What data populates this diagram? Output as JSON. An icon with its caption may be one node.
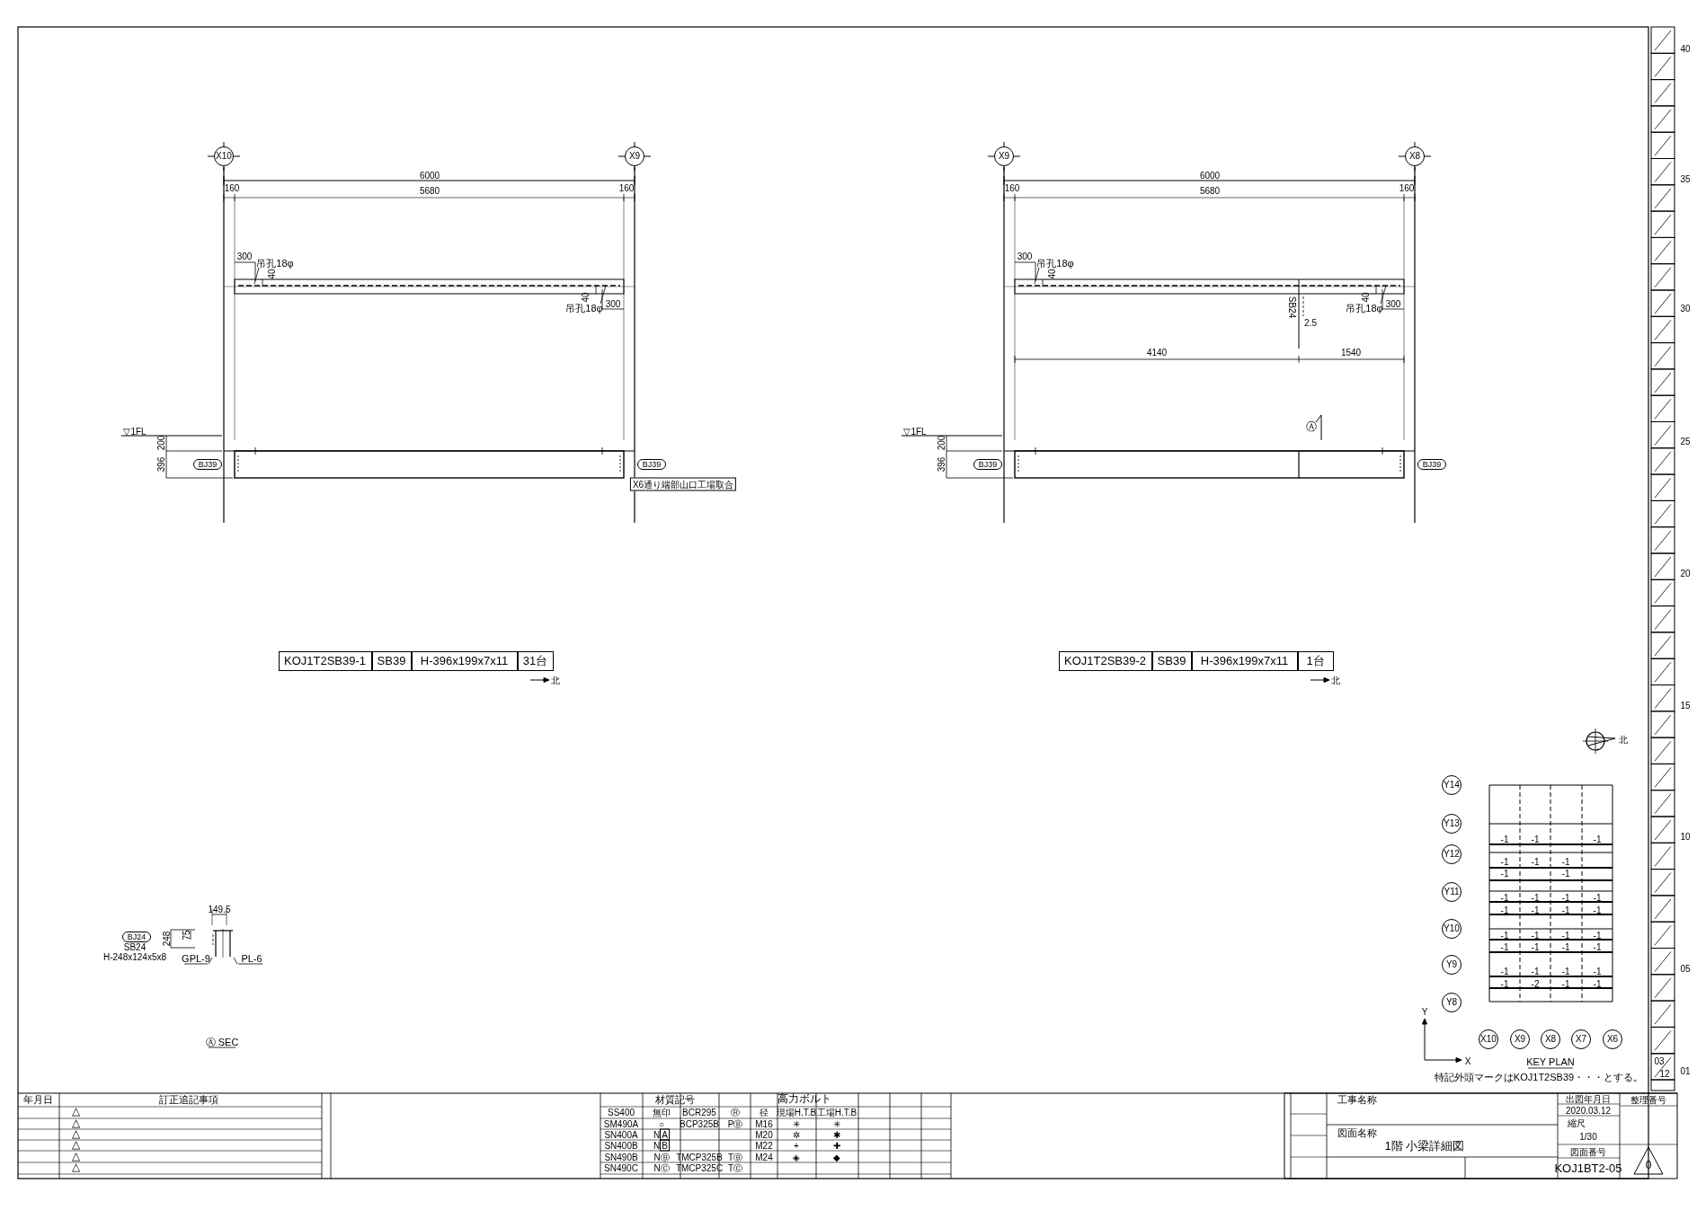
{
  "diagram": {
    "nodes": [
      {
        "text": [
          "X10"
        ]
      },
      {
        "text": [
          "X9"
        ]
      },
      {
        "text": [
          "X9"
        ]
      },
      {
        "text": [
          "X8"
        ]
      },
      {
        "text": [
          "BJ39"
        ]
      },
      {
        "text": [
          "BJ39"
        ]
      },
      {
        "text": [
          "BJ39"
        ]
      },
      {
        "text": [
          "BJ39"
        ]
      },
      {
        "text": [
          "吊孔18φ"
        ]
      },
      {
        "text": [
          "吊孔18φ"
        ]
      },
      {
        "text": [
          "吊孔18φ"
        ]
      },
      {
        "text": [
          "吊孔18φ"
        ]
      },
      {
        "text": [
          "BJ24"
        ],
        "beside": [
          "SB24",
          "H-248x124x5x8"
        ]
      },
      {
        "text": [
          "GPL-9"
        ]
      },
      {
        "text": [
          "PL-6"
        ]
      },
      {
        "text": [
          "Y14"
        ]
      },
      {
        "text": [
          "Y13"
        ]
      },
      {
        "text": [
          "Y12"
        ]
      },
      {
        "text": [
          "Y11"
        ]
      },
      {
        "text": [
          "Y10"
        ]
      },
      {
        "text": [
          "Y9"
        ]
      },
      {
        "text": [
          "Y8"
        ]
      },
      {
        "text": [
          "X10"
        ]
      },
      {
        "text": [
          "X9"
        ]
      },
      {
        "text": [
          "X8"
        ]
      },
      {
        "text": [
          "X7"
        ]
      },
      {
        "text": [
          "X6"
        ]
      },
      {
        "text": [
          "0"
        ]
      },
      {
        "text": [],
        "shape": "picture"
      }
    ],
    "edges": [
      {
        "from": 8,
        "to": null,
        "arrow": "none"
      },
      {
        "from": 9,
        "to": null,
        "arrow": "none"
      },
      {
        "from": 10,
        "to": null,
        "arrow": "none"
      },
      {
        "from": 11,
        "to": null,
        "arrow": "none"
      },
      {
        "from": 13,
        "to": 28,
        "arrow": "none"
      },
      {
        "from": 14,
        "to": 28,
        "arrow": "none"
      }
    ],
    "labels": [
      "6000",
      "160",
      "5680",
      "160",
      "300",
      "40",
      "40",
      "300",
      "▽1FL",
      "200",
      "396",
      "X6通り端部山口工場取合",
      "KOJ1T2SB39-1",
      "SB39",
      "H-396x199x7x11",
      "31台",
      "北",
      "6000",
      "160",
      "5680",
      "160",
      "300",
      "40",
      "SB24",
      "2.5",
      "40",
      "300",
      "4140",
      "1540",
      "Ⓐ",
      "▽1FL",
      "200",
      "396",
      "KOJ1T2SB39-2",
      "SB39",
      "H-396x199x7x11",
      "1台",
      "北",
      "149.5",
      "248",
      "75",
      "Ⓐ SEC",
      "-1",
      "-1",
      "-1",
      "-1",
      "-1",
      "-1",
      "-1",
      "-1",
      "-1",
      "-1",
      "-1",
      "-1",
      "-1",
      "-1",
      "-1",
      "-1",
      "-1",
      "-1",
      "-1",
      "-1",
      "-1",
      "-1",
      "-1",
      "-1",
      "-1",
      "-1",
      "-1",
      "-1",
      "-1",
      "-2",
      "-1",
      "-1",
      "KEY PLAN",
      "特記外頭マークはKOJ1T2SB39・・・とする。",
      "Y",
      "X",
      "北",
      "40",
      "35",
      "30",
      "25",
      "20",
      "15",
      "10",
      "05",
      "01",
      "03",
      "12",
      "年月日",
      "訂正追記事項",
      "△",
      "△",
      "△",
      "△",
      "△",
      "△",
      "材質記号",
      "高力ボルト",
      "SS400",
      "無印",
      "BCR295",
      "Ⓡ",
      "径",
      "現場H.T.B",
      "工場H.T.B",
      "SM490A",
      "○",
      "BCP325B",
      "PⒷ",
      "M16",
      "✳",
      "✳",
      "SN400A",
      "NA",
      "M20",
      "✲",
      "✱",
      "SN400B",
      "NB",
      "M22",
      "+",
      "✚",
      "SN490B",
      "NⒷ",
      "TMCP325B",
      "TⒷ",
      "M24",
      "◈",
      "◆",
      "SN490C",
      "NⒸ",
      "TMCP325C",
      "TⒸ",
      "工事名称",
      "図面名称",
      "1階 小梁詳細図",
      "出図年月日",
      "2020.03.12",
      "縮尺",
      "1/30",
      "図面番号",
      "KOJ1BT2-05",
      "整理番号"
    ]
  }
}
